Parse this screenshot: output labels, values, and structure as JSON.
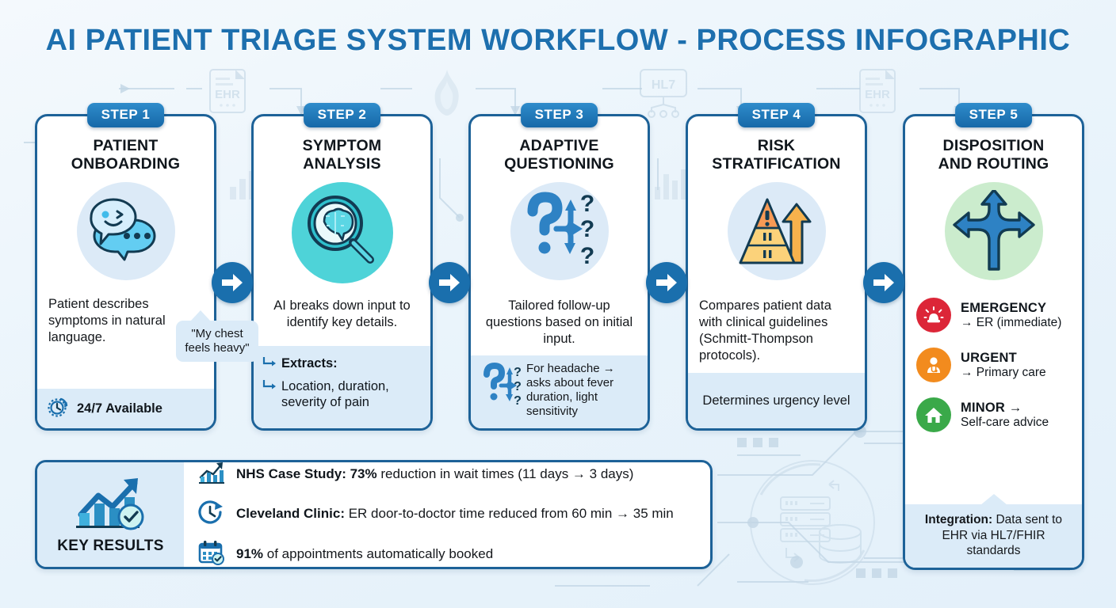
{
  "title": "AI PATIENT TRIAGE SYSTEM WORKFLOW - PROCESS INFOGRAPHIC",
  "colors": {
    "title_blue": "#1d6fae",
    "card_border": "#1d6298",
    "badge_blue": "#1668a8",
    "footer_blue": "#dbebf8",
    "emergency_red": "#dc2638",
    "urgent_orange": "#f28b1e",
    "minor_green": "#3aa949",
    "teal": "#4ed3d8",
    "background": "#eaf4fb"
  },
  "steps": [
    {
      "badge": "STEP 1",
      "title": "PATIENT\nONBOARDING",
      "title_line1": "PATIENT",
      "title_line2": "ONBOARDING",
      "icon": "chat-bubbles-icon",
      "icon_circle_color": "#dceaf7",
      "body": "Patient describes symptoms in natural language.",
      "bubble": "\"My chest feels heavy\"",
      "footer_icon": "clock-24-7-icon",
      "footer_text": "24/7 Available"
    },
    {
      "badge": "STEP 2",
      "title_line1": "SYMPTOM",
      "title_line2": "ANALYSIS",
      "icon": "magnifier-brain-icon",
      "icon_circle_color": "#4ed3d8",
      "body": "AI breaks down input to identify key details.",
      "extract_label": "Extracts:",
      "extract_value": "Location, duration, severity of pain"
    },
    {
      "badge": "STEP 3",
      "title_line1": "ADAPTIVE",
      "title_line2": "QUESTIONING",
      "icon": "question-branch-icon",
      "icon_circle_color": "#dceaf7",
      "body": "Tailored follow-up questions based on initial input.",
      "footer_icon": "question-branch-small-icon",
      "footer_text": "For headache → asks about fever duration, light sensitivity"
    },
    {
      "badge": "STEP 4",
      "title_line1": "RISK",
      "title_line2": "STRATIFICATION",
      "icon": "risk-pyramid-icon",
      "icon_circle_color": "#dceaf7",
      "body": "Compares patient data with clinical guidelines (Schmitt-Thompson protocols).",
      "footer_text": "Determines urgency level"
    },
    {
      "badge": "STEP 5",
      "title_line1": "DISPOSITION",
      "title_line2": "AND ROUTING",
      "icon": "three-way-arrows-icon",
      "icon_circle_color": "#cbeccd",
      "dispositions": [
        {
          "label": "EMERGENCY",
          "detail": "→ ER (immediate)",
          "color": "#dc2638",
          "icon": "siren-icon"
        },
        {
          "label": "URGENT",
          "detail": "→ Primary care",
          "color": "#f28b1e",
          "icon": "doctor-icon"
        },
        {
          "label": "MINOR →",
          "detail": "Self-care advice",
          "color": "#3aa949",
          "icon": "home-icon"
        }
      ],
      "integration_label": "Integration:",
      "integration_text": " Data sent to EHR via HL7/FHIR standards"
    }
  ],
  "connectors": [
    "arrow-right-1",
    "arrow-right-2",
    "arrow-right-3",
    "arrow-right-4"
  ],
  "key_results": {
    "label": "KEY RESULTS",
    "icon": "growth-chart-check-icon",
    "rows": [
      {
        "icon": "bar-chart-arrow-icon",
        "bold": "NHS Case Study: 73%",
        "rest": " reduction in wait times (11 days → 3 days)"
      },
      {
        "icon": "clock-rotate-icon",
        "bold": "Cleveland Clinic:",
        "rest": " ER door-to-doctor time reduced from 60 min → 35 min"
      },
      {
        "icon": "calendar-check-icon",
        "bold": "91%",
        "rest": " of appointments automatically booked"
      }
    ]
  },
  "background_decor": {
    "labels": [
      "EHR",
      "HL7",
      "EHR"
    ],
    "icons": [
      "ehr-document-icon",
      "fhir-flame-icon",
      "hl7-node-icon",
      "server-database-icon",
      "circuit-traces"
    ]
  }
}
